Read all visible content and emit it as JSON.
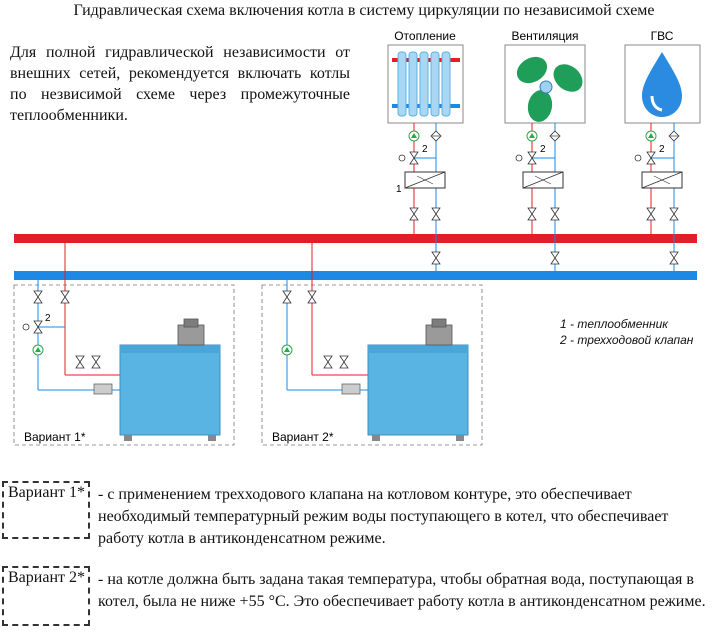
{
  "title": "Гидравлическая схема включения котла в систему циркуляции по независимой схеме",
  "intro": "Для полной гидравлической независимости от внешних сетей, рекомендуется включать котлы по незвисимой схеме через промежуточные теплообменники.",
  "systems": [
    {
      "label": "Отопление",
      "icon": "radiator-icon"
    },
    {
      "label": "Вентиляция",
      "icon": "fan-icon"
    },
    {
      "label": "ГВС",
      "icon": "water-drop-icon"
    }
  ],
  "markers": {
    "one": "1",
    "two": "2"
  },
  "legend": {
    "item1": "1 - теплообменник",
    "item2": "2 - трехходовой клапан"
  },
  "variants": [
    {
      "scheme_label": "Вариант 1*",
      "label": "Вариант 1*",
      "text": "- с применением трехходового клапана на котловом контуре, это обеспечивает необходимый температурный режим воды поступающего в котел, что обеспечивает работу котла в антиконденсатном режиме."
    },
    {
      "scheme_label": "Вариант 2*",
      "label": "Вариант 2*",
      "text": "- на котле должна быть задана такая температура, чтобы обратная вода, поступающая в котел, была не ниже +55 °С. Это обеспечивает работу котла в антиконденсатном режиме."
    }
  ],
  "colors": {
    "supply": "#e31e24",
    "return": "#1e88e5",
    "boiler": "#5ab4e3",
    "pump": "#2aa84a"
  }
}
